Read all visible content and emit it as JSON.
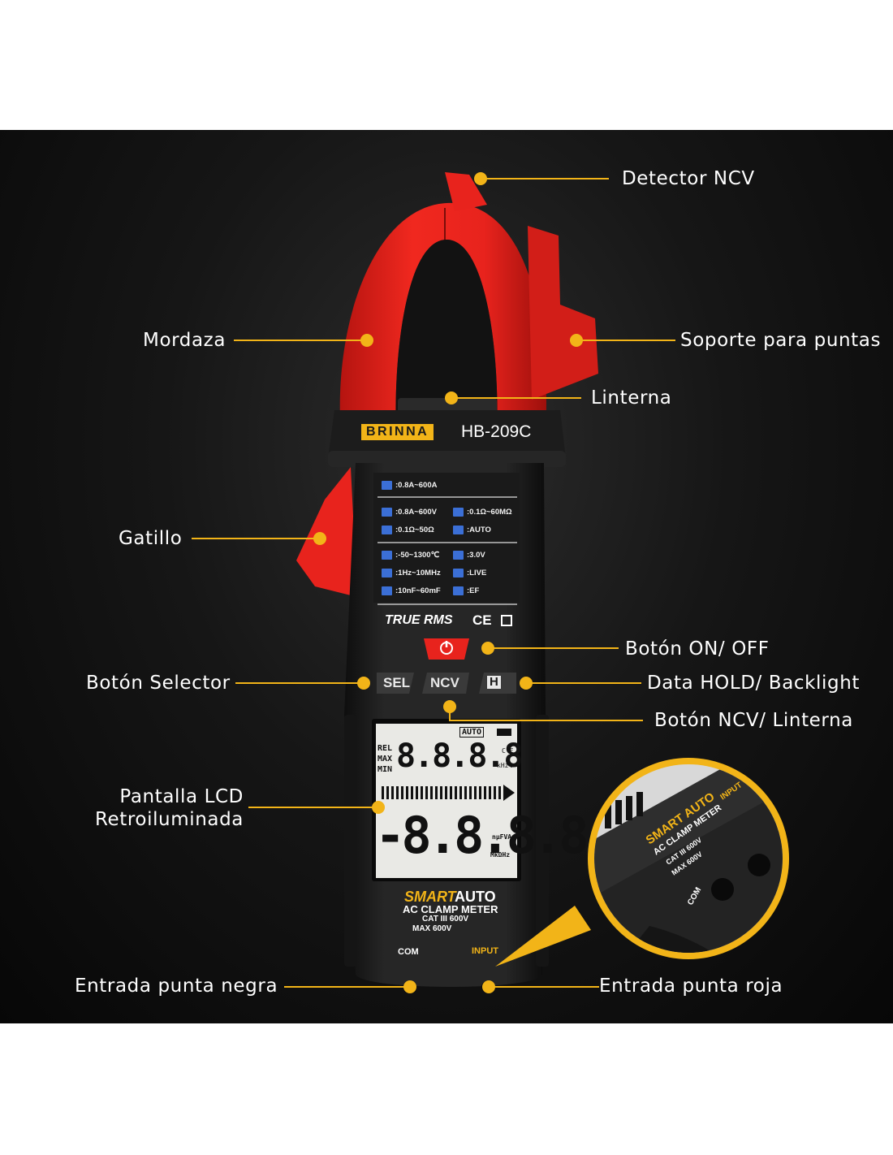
{
  "callouts": {
    "ncv_detector": "Detector NCV",
    "jaw": "Mordaza",
    "probe_holder": "Soporte para puntas",
    "flashlight": "Linterna",
    "trigger": "Gatillo",
    "power_button": "Botón ON/ OFF",
    "selector_button": "Botón Selector",
    "hold_backlight": "Data HOLD/ Backlight",
    "ncv_flashlight_button": "Botón NCV/ Linterna",
    "lcd_line1": "Pantalla LCD",
    "lcd_line2": "Retroiluminada",
    "black_input": "Entrada punta negra",
    "red_input": "Entrada punta roja"
  },
  "device": {
    "brand": "BRINNA",
    "model": "HB-209C",
    "specs": {
      "current": ":0.8A~600A",
      "voltage": ":0.8A~600V",
      "resistance": ":0.1Ω~60MΩ",
      "continuity": ":0.1Ω~50Ω",
      "auto": ":AUTO",
      "temperature": ":-50~1300℃",
      "diode": ":3.0V",
      "frequency": ":1Hz~10MHz",
      "live": ":LIVE",
      "capacitance": ":10nF~60mF",
      "ef": ":EF"
    },
    "true_rms": "TRUE RMS",
    "ce_mark": "CE",
    "buttons": {
      "sel": "SEL",
      "ncv": "NCV",
      "hold": "H"
    },
    "lcd": {
      "auto": "AUTO",
      "rel": "REL",
      "max": "MAX",
      "min": "MIN",
      "digits_top": "8.8.8.8",
      "digits_main": "-8.8.8.8",
      "unit_cf": "C F",
      "unit_khz": "kHz%",
      "unit_nmf": "nμFVA",
      "unit_mkohm": "MkΩHz"
    },
    "footer": {
      "smart": "SMART",
      "auto": "AUTO",
      "clamp": "AC CLAMP METER",
      "cat": "CAT III 600V",
      "max": "MAX  600V",
      "com": "COM",
      "input": "INPUT"
    }
  },
  "colors": {
    "accent_yellow": "#f2b418",
    "jaw_red": "#e8231d",
    "body_dark": "#1e1e1e",
    "lcd_bg": "#e9e9e5",
    "spec_icon_blue": "#3b6fd6"
  }
}
